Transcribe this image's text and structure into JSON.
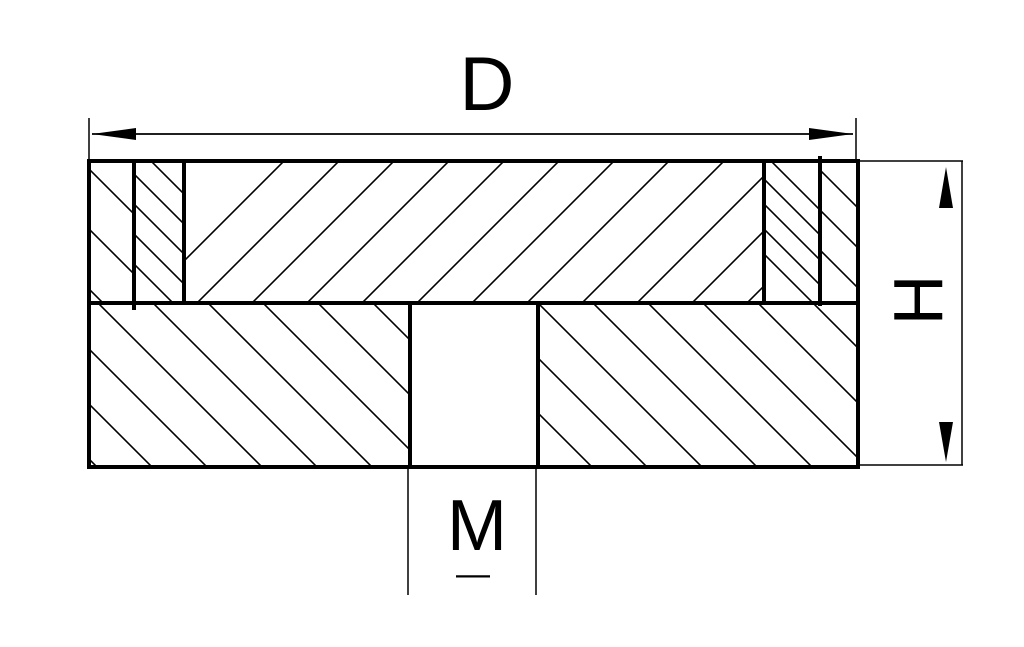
{
  "dimensions": {
    "diameter_label": "D",
    "height_label": "H",
    "thread_label": "M",
    "thread_underline": "—"
  },
  "colors": {
    "stroke": "#000000",
    "background": "#ffffff"
  }
}
